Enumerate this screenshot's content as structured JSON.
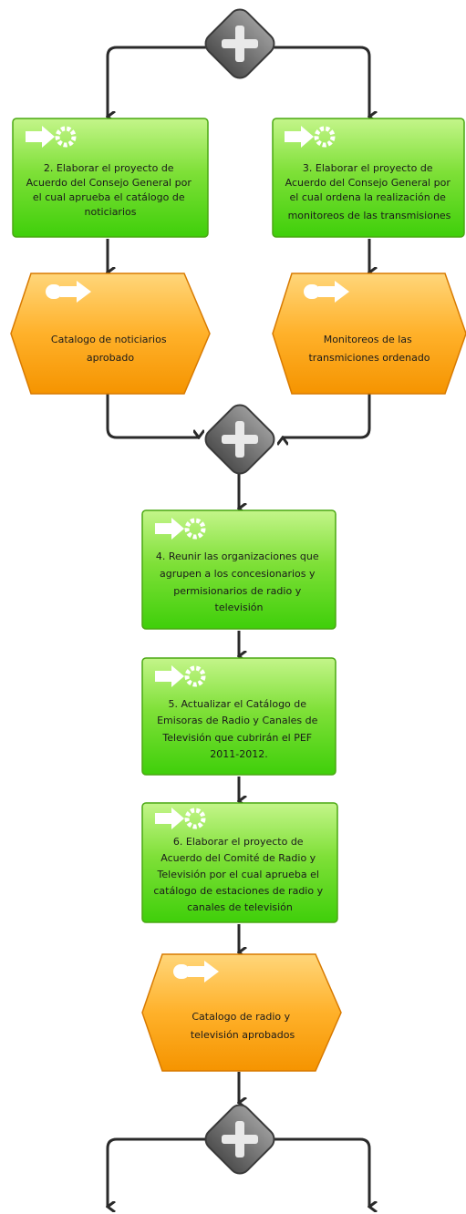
{
  "diagram": {
    "colors": {
      "function_green_top": "#b9f27c",
      "function_green_bottom": "#3fcf0a",
      "function_border": "#4aa812",
      "event_orange_top": "#ffcf6b",
      "event_orange_bottom": "#f59400",
      "event_border": "#d87a00",
      "gateway_gray": "#6b6b6b",
      "connector": "#2a2a2a"
    },
    "functions": [
      {
        "id": "f2",
        "lines": [
          "2. Elaborar el proyecto de",
          "Acuerdo del Consejo General por",
          "el cual aprueba el catálogo de",
          "noticiarios"
        ]
      },
      {
        "id": "f3",
        "lines": [
          "3. Elaborar el proyecto de",
          "Acuerdo del Consejo General por",
          "el cual ordena la realización de",
          "monitoreos de las transmisiones"
        ]
      },
      {
        "id": "f4",
        "lines": [
          "4. Reunir las organizaciones que",
          "agrupen a los concesionarios y",
          "permisionarios de radio y",
          "televisión"
        ]
      },
      {
        "id": "f5",
        "lines": [
          "5. Actualizar el Catálogo de",
          "Emisoras de Radio y Canales de",
          "Televisión que cubrirán el PEF",
          "2011-2012."
        ]
      },
      {
        "id": "f6",
        "lines": [
          "6. Elaborar el proyecto de",
          "Acuerdo del Comité de Radio y",
          "Televisión por el cual aprueba el",
          "catálogo de estaciones de radio y",
          "canales de televisión"
        ]
      }
    ],
    "events": [
      {
        "id": "e1",
        "lines": [
          "Catalogo de noticiarios",
          "aprobado"
        ]
      },
      {
        "id": "e2",
        "lines": [
          "Monitoreos de las",
          "transmiciones ordenado"
        ]
      },
      {
        "id": "e3",
        "lines": [
          "Catalogo de radio y",
          "televisión aprobados"
        ]
      }
    ],
    "gateways": [
      {
        "id": "g1",
        "type": "AND",
        "symbol": "plus-icon"
      },
      {
        "id": "g2",
        "type": "AND",
        "symbol": "plus-icon"
      },
      {
        "id": "g3",
        "type": "AND",
        "symbol": "plus-icon"
      }
    ]
  }
}
